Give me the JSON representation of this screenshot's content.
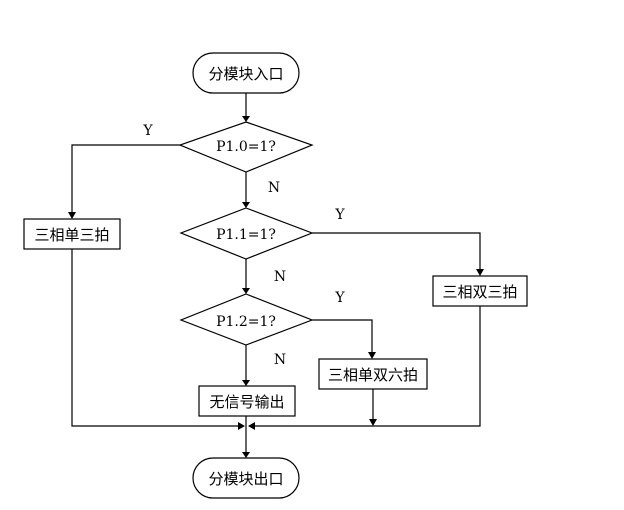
{
  "diagram": {
    "type": "flowchart",
    "nodes": {
      "entry": {
        "shape": "terminal",
        "label": "分模块入口"
      },
      "decision1": {
        "shape": "decision",
        "label": "P1.0=1?"
      },
      "decision2": {
        "shape": "decision",
        "label": "P1.1=1?"
      },
      "decision3": {
        "shape": "decision",
        "label": "P1.2=1?"
      },
      "proc_single3": {
        "shape": "process",
        "label": "三相单三拍"
      },
      "proc_double3": {
        "shape": "process",
        "label": "三相双三拍"
      },
      "proc_single_double6": {
        "shape": "process",
        "label": "三相单双六拍"
      },
      "proc_no_output": {
        "shape": "process",
        "label": "无信号输出"
      },
      "exit": {
        "shape": "terminal",
        "label": "分模块出口"
      }
    },
    "edges": [
      {
        "from": "entry",
        "to": "decision1",
        "label": ""
      },
      {
        "from": "decision1",
        "to": "proc_single3",
        "label": "Y"
      },
      {
        "from": "decision1",
        "to": "decision2",
        "label": "N"
      },
      {
        "from": "decision2",
        "to": "proc_double3",
        "label": "Y"
      },
      {
        "from": "decision2",
        "to": "decision3",
        "label": "N"
      },
      {
        "from": "decision3",
        "to": "proc_single_double6",
        "label": "Y"
      },
      {
        "from": "decision3",
        "to": "proc_no_output",
        "label": "N"
      },
      {
        "from": "proc_single3",
        "to": "exit",
        "label": ""
      },
      {
        "from": "proc_double3",
        "to": "exit",
        "label": ""
      },
      {
        "from": "proc_single_double6",
        "to": "exit",
        "label": ""
      },
      {
        "from": "proc_no_output",
        "to": "exit",
        "label": ""
      }
    ],
    "branch_labels": {
      "yes": "Y",
      "no": "N"
    }
  }
}
